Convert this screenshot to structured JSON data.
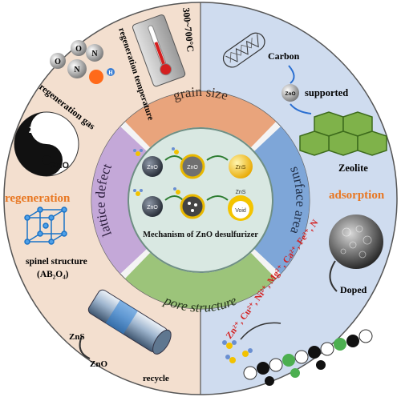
{
  "center": {
    "title": "Mechanism of ZnO desulfurizer",
    "labels": {
      "zno_1": "ZnO",
      "zno_2": "ZnO",
      "zns": "ZnS",
      "zns_2": "ZnS",
      "void": "Void",
      "zno_mid": "ZnO"
    }
  },
  "inner_ring": {
    "top": "grain size",
    "right": "surface area",
    "bottom": "pore structure",
    "left": "lattice defect"
  },
  "left_panel": {
    "heading": "regeneration",
    "regen_gas": "regeneration gas",
    "regen_temp": "regeneration temperature",
    "temp_range": "300~700°C",
    "yin_zns": "ZnS",
    "yin_zno": "ZnO",
    "spinel": "spinel structure",
    "spinel_formula": "(AB₂O₄)",
    "zns_label": "ZnS",
    "zno_label": "ZnO",
    "recycle": "recycle",
    "molecule_letters": [
      "O",
      "O",
      "N",
      "N",
      "H"
    ]
  },
  "right_panel": {
    "heading": "adsorption",
    "carbon": "Carbon",
    "supported": "supported",
    "zno_ball": "ZnO",
    "zeolite": "Zeolite",
    "doped": "Doped",
    "dopants": "Zn²⁺, Cu²⁺, Ni²⁺, Mg²⁺, Ca²⁺, Fe³⁺, N"
  },
  "colors": {
    "left_bg": "#f3dfcf",
    "right_bg": "#cfdcef",
    "orange_heading": "#e87722",
    "dopant_red": "#d41f1f",
    "grain_seg": "#e9a47c",
    "surface_seg": "#7ea6d8",
    "pore_seg": "#9cc47a",
    "lattice_seg": "#c4a8d8",
    "center_bg": "#d9e8e2"
  }
}
